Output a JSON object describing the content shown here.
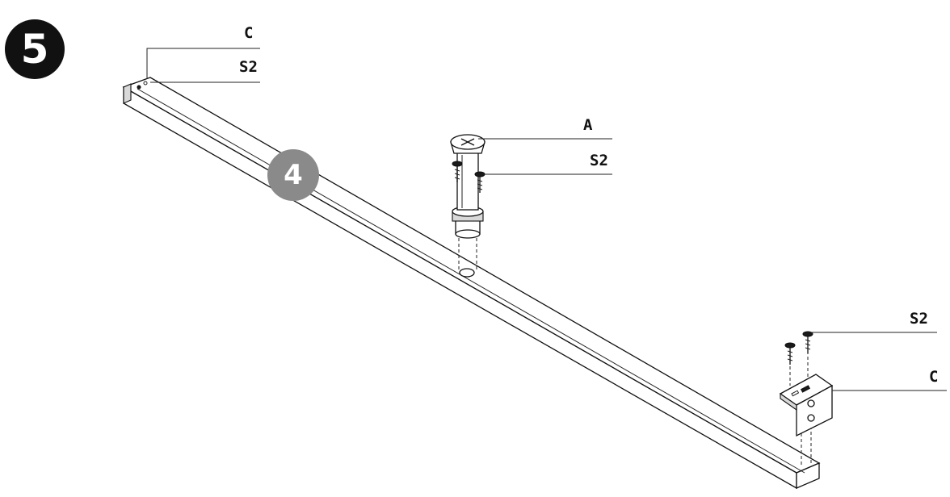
{
  "step": {
    "number": "5"
  },
  "part": {
    "number": "4"
  },
  "callouts": {
    "left_c": "C",
    "left_s2": "S2",
    "mid_a": "A",
    "mid_s2": "S2",
    "right_s2": "S2",
    "right_c": "C"
  }
}
